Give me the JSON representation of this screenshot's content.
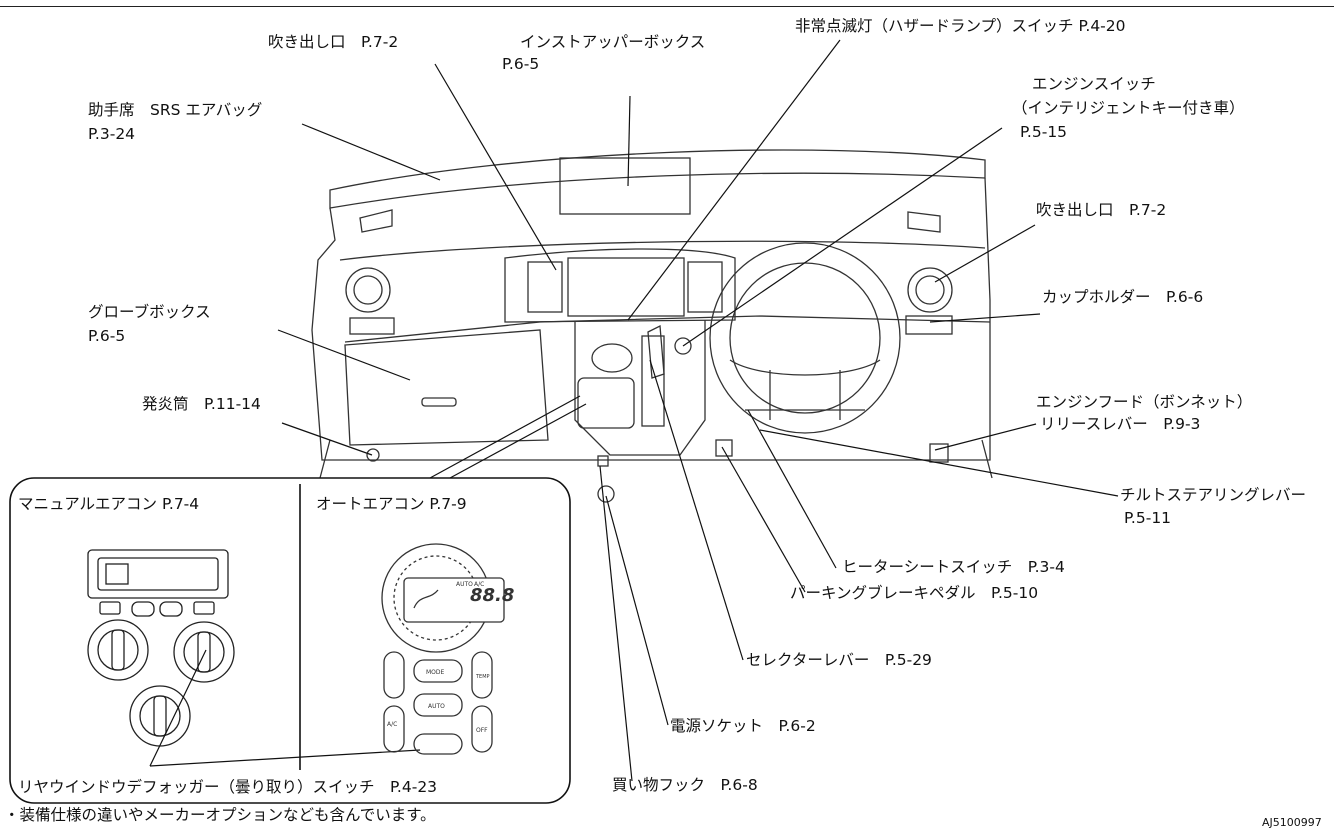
{
  "labels": {
    "vent_center": "吹き出し口　P.7-2",
    "instrument_box": "インストアッパーボックス",
    "instrument_box_page": "P.6-5",
    "hazard_switch": "非常点滅灯（ハザードランプ）スイッチ P.4-20",
    "passenger_airbag": "助手席　SRS エアバッグ",
    "passenger_airbag_page": "P.3-24",
    "engine_switch": "エンジンスイッチ",
    "engine_switch_note": "（インテリジェントキー付き車）",
    "engine_switch_page": "P.5-15",
    "vent_right": "吹き出し口　P.7-2",
    "cup_holder": "カップホルダー　P.6-6",
    "glove_box": "グローブボックス",
    "glove_box_page": "P.6-5",
    "flare": "発炎筒　P.11-14",
    "hood_release": "エンジンフード（ボンネット）",
    "hood_release_2": "リリースレバー　P.9-3",
    "tilt_lever": "チルトステアリングレバー",
    "tilt_lever_page": "P.5-11",
    "heater_seat": "ヒーターシートスイッチ　P.3-4",
    "parking_brake": "パーキングブレーキペダル　P.5-10",
    "selector_lever": "セレクターレバー　P.5-29",
    "power_socket": "電源ソケット　P.6-2",
    "shopping_hook": "買い物フック　P.6-8"
  },
  "inset": {
    "manual_ac": "マニュアルエアコン P.7-4",
    "auto_ac": "オートエアコン P.7-9",
    "rear_defogger": "リヤウインドウデフォッガー（曇り取り）スイッチ　P.4-23",
    "display_readout": "88.8",
    "btn_mode": "MODE",
    "btn_auto": "AUTO",
    "btn_off": "OFF",
    "btn_ac": "A/C",
    "btn_temp": "TEMP",
    "label_auto": "AUTO",
    "label_ac": "A/C"
  },
  "footer": {
    "note": "・装備仕様の違いやメーカーオプションなども含んでいます。",
    "code": "AJ5100997"
  }
}
